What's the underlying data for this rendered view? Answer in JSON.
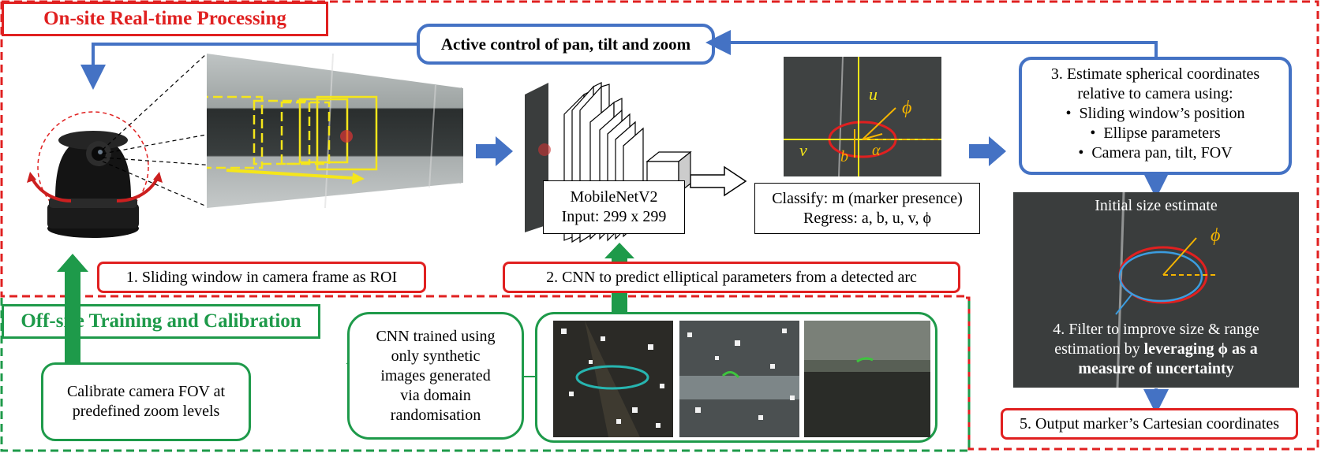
{
  "sections": {
    "onsite_title": "On-site Real-time Processing",
    "offsite_title": "Off-site Training and Calibration"
  },
  "active_control": "Active control of pan, tilt and zoom",
  "step1": "1. Sliding window in camera frame as ROI",
  "step2": "2. CNN to predict elliptical parameters from a detected arc",
  "step3": {
    "title_line1": "3. Estimate spherical coordinates",
    "title_line2": "relative to camera using:",
    "bullets": [
      "Sliding window’s position",
      "Ellipse parameters",
      "Camera pan, tilt, FOV"
    ]
  },
  "step4": {
    "line1": "4. Filter to improve size & range",
    "line2_plain": "estimation by ",
    "line2_bold": "leveraging ϕ as a",
    "line3_bold": "measure of uncertainty"
  },
  "step5": "5. Output marker’s Cartesian coordinates",
  "cnn_box": {
    "line1": "MobileNetV2",
    "line2": "Input: 299 x 299"
  },
  "classify_box": {
    "line1": "Classify: m (marker presence)",
    "line2": "Regress: a, b, u, v, ϕ"
  },
  "ellipse_labels": {
    "u": "u",
    "v": "v",
    "a": "α",
    "b": "b",
    "phi": "ϕ"
  },
  "initial_size": "Initial size estimate",
  "phi_label": "ϕ",
  "calibrate_box": {
    "line1": "Calibrate camera FOV at",
    "line2": "predefined zoom levels"
  },
  "cnn_trained": [
    "CNN trained using",
    "only synthetic",
    "images generated",
    "via domain",
    "randomisation"
  ],
  "colors": {
    "red": "#e02020",
    "green": "#1e9a4a",
    "blue": "#4472c4",
    "yellow": "#f5e61a",
    "orange": "#f4b400"
  }
}
